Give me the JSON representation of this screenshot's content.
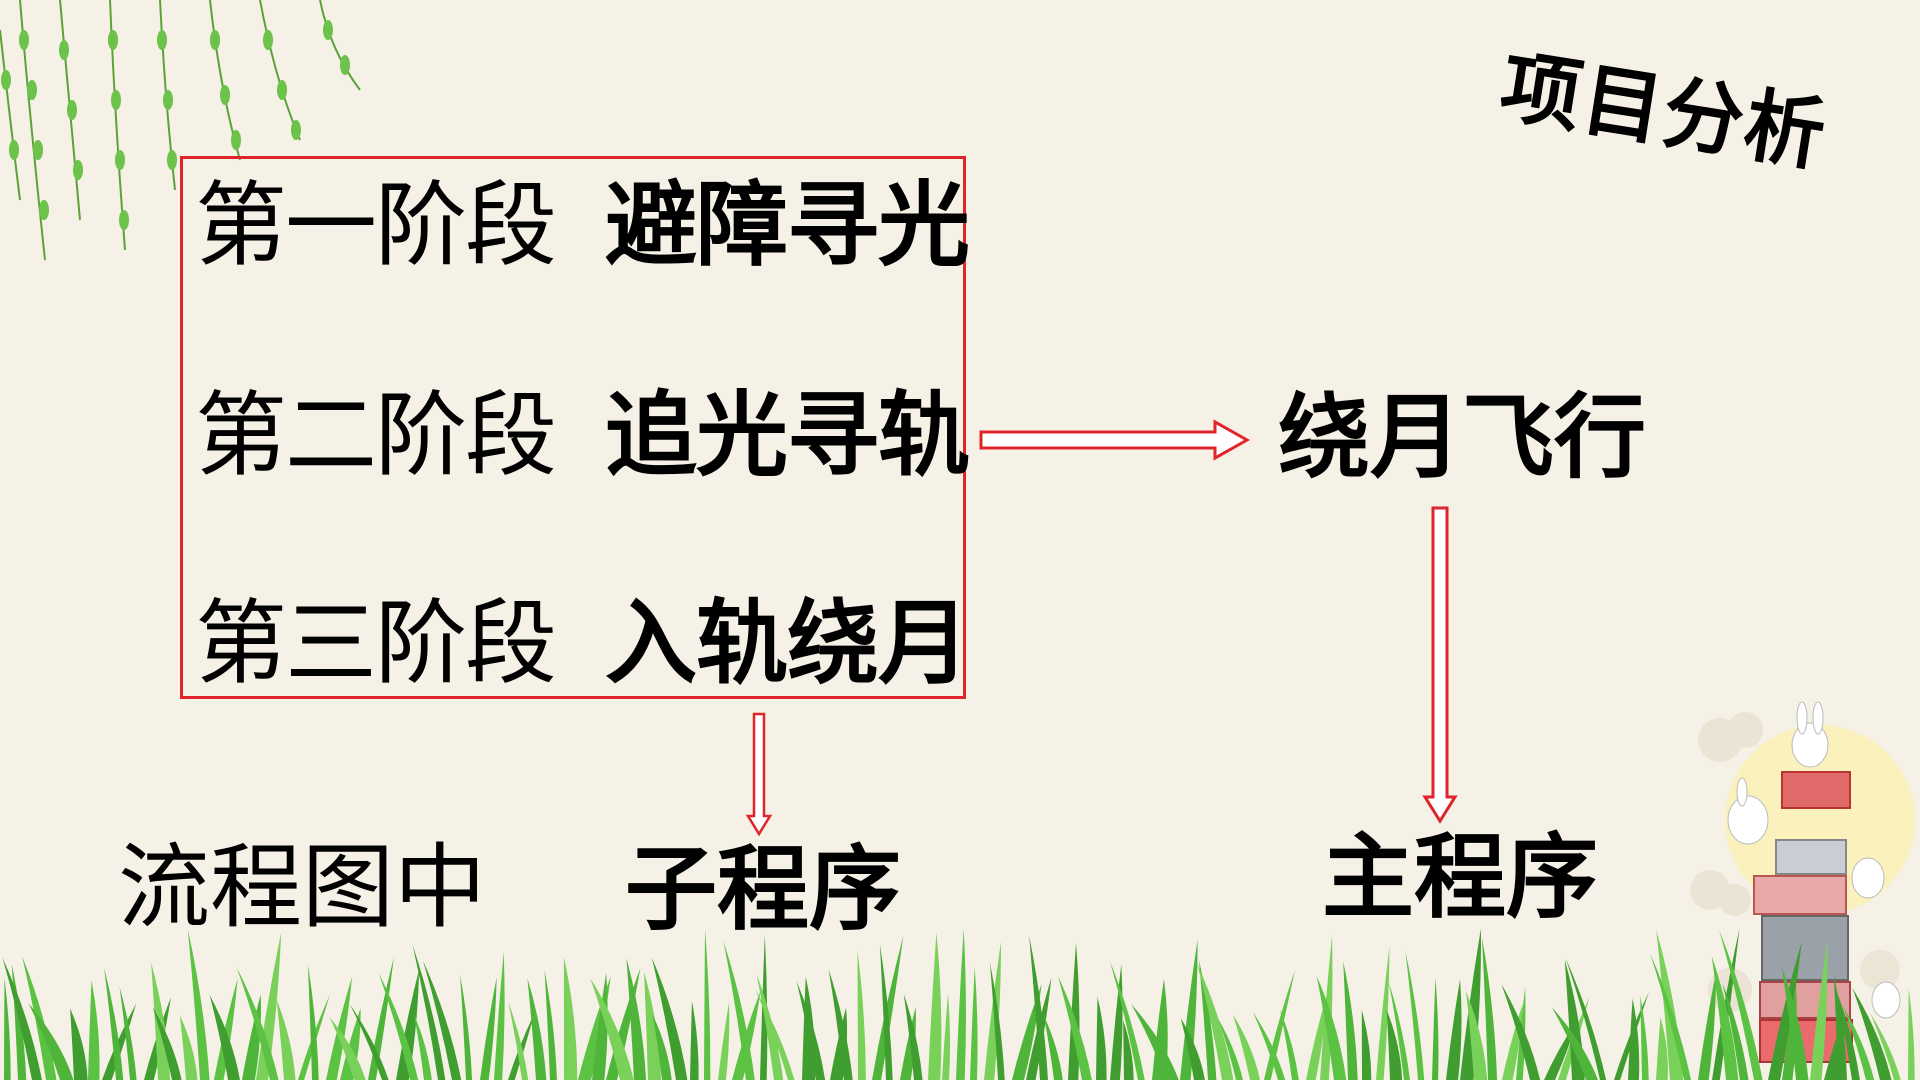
{
  "title": "项目分析",
  "stages": [
    {
      "label": "第一阶段",
      "name": "避障寻光"
    },
    {
      "label": "第二阶段",
      "name": "追光寻轨"
    },
    {
      "label": "第三阶段",
      "name": "入轨绕月"
    }
  ],
  "orbit_node": "绕月飞行",
  "flowchart_label": "流程图中",
  "subroutine": "子程序",
  "main_program": "主程序",
  "colors": {
    "background": "#f5f1e6",
    "box_border": "#e0242b",
    "arrow": "#e0242b",
    "grass": "#4fb43a",
    "willow": "#6cc24a"
  },
  "icons": [
    "willow-branches-decoration",
    "grass-decoration",
    "moon-rabbit-stack-decoration"
  ]
}
